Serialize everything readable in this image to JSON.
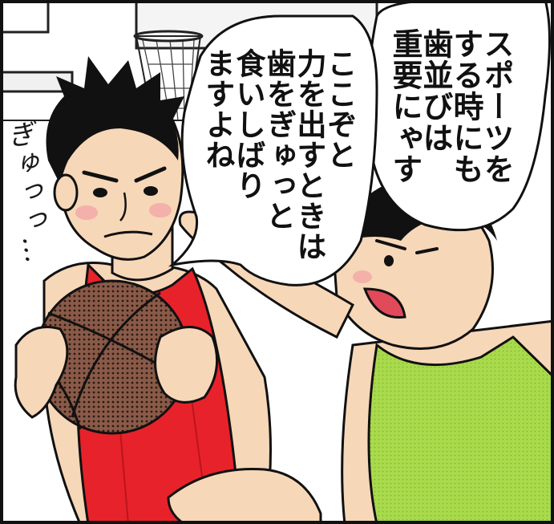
{
  "panel": {
    "sound_effect": "ぎゅっっ…",
    "speech_bubble_1": {
      "lines": [
        "スポーツを",
        "する時にも",
        "歯並びは",
        "重要にゃす"
      ]
    },
    "speech_bubble_2": {
      "lines": [
        "ここぞと",
        "力を出すときは",
        "歯をぎゅっと",
        "食いしばり",
        "ますよね"
      ]
    }
  },
  "colors": {
    "red_jersey": "#e8222a",
    "green_jersey": "#a5d84a",
    "skin": "#f6d7b8",
    "ball": "#7a4a3a",
    "hair": "#111111"
  }
}
